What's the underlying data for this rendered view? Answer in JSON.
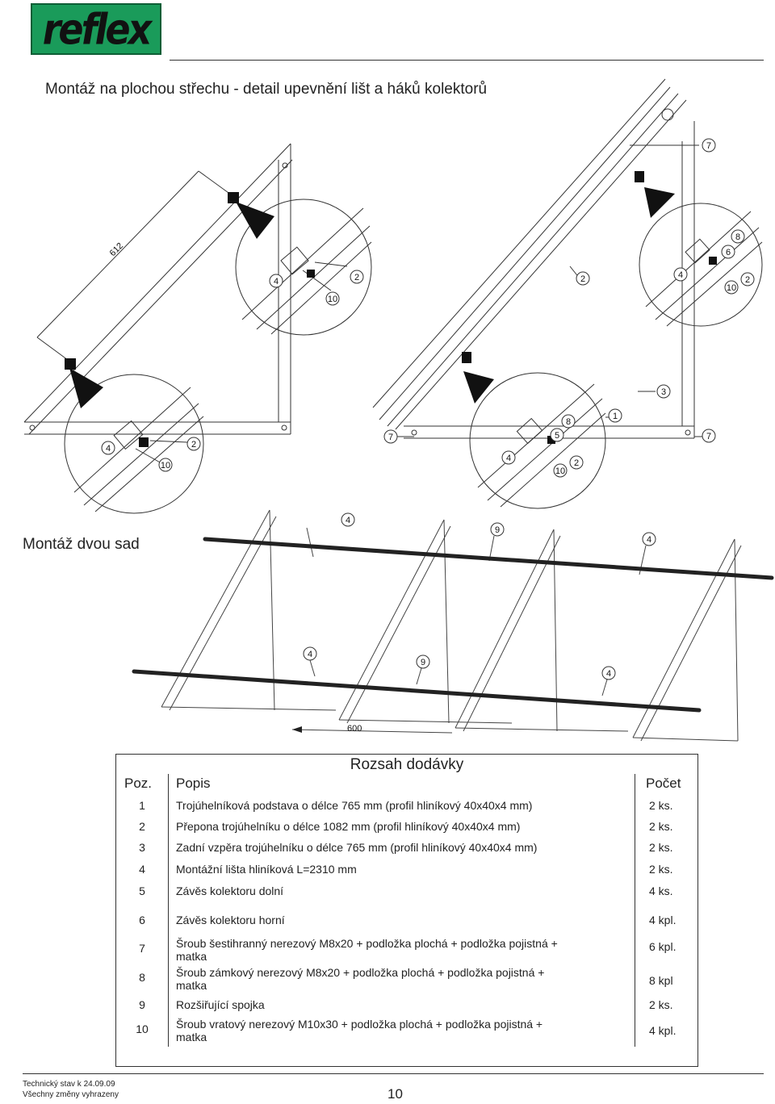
{
  "logo": {
    "text": "reflex"
  },
  "title_mounting": "Montáž na plochou střechu - detail upevnění lišt a háků kolektorů",
  "title_two_sets": "Montáž dvou sad",
  "drawing_top": {
    "dimension": "612",
    "callouts_detail_left_top": [
      "4",
      "2",
      "10"
    ],
    "callouts_detail_left_bottom": [
      "4",
      "2",
      "10"
    ],
    "callouts_right": [
      "7",
      "2",
      "8",
      "6",
      "4",
      "10",
      "2",
      "3",
      "1",
      "7",
      "8",
      "5",
      "4",
      "10",
      "2",
      "7"
    ]
  },
  "drawing_bottom": {
    "callouts_upper_rail": [
      "4",
      "9",
      "4"
    ],
    "callouts_lower_rail": [
      "4",
      "9",
      "4"
    ],
    "dimension": "600"
  },
  "table": {
    "heading": "Rozsah dodávky",
    "col_poz": "Poz.",
    "col_popis": "Popis",
    "col_pocet": "Počet",
    "rows": [
      {
        "poz": "1",
        "popis": "Trojúhelníková podstava o délce 765 mm (profil hliníkový 40x40x4 mm)",
        "pocet": "2 ks."
      },
      {
        "poz": "2",
        "popis": "Přepona trojúhelníku o délce 1082 mm (profil hliníkový 40x40x4 mm)",
        "pocet": "2 ks."
      },
      {
        "poz": "3",
        "popis": "Zadní vzpěra trojúhelníku o délce 765 mm (profil hliníkový 40x40x4 mm)",
        "pocet": "2 ks."
      },
      {
        "poz": "4",
        "popis": "Montážní lišta hliníková L=2310 mm",
        "pocet": "2 ks."
      },
      {
        "poz": "5",
        "popis": "Závěs kolektoru dolní",
        "pocet": "4 ks."
      },
      {
        "poz": "6",
        "popis": "Závěs kolektoru horní",
        "pocet": "4 kpl."
      },
      {
        "poz": "7",
        "popis": "Šroub šestihranný nerezový M8x20 + podložka plochá + podložka pojistná + matka",
        "pocet": "6 kpl."
      },
      {
        "poz": "8",
        "popis": "Šroub zámkový nerezový M8x20 + podložka plochá + podložka pojistná + matka",
        "pocet": "8 kpl"
      },
      {
        "poz": "9",
        "popis": "Rozšiřující spojka",
        "pocet": "2 ks."
      },
      {
        "poz": "10",
        "popis": "Šroub vratový nerezový M10x30 + podložka plochá + podložka pojistná + matka",
        "pocet": "4 kpl."
      }
    ]
  },
  "footer": {
    "line1": "Technický stav k 24.09.09",
    "line2": "Všechny změny vyhrazeny",
    "page_number": "10"
  }
}
